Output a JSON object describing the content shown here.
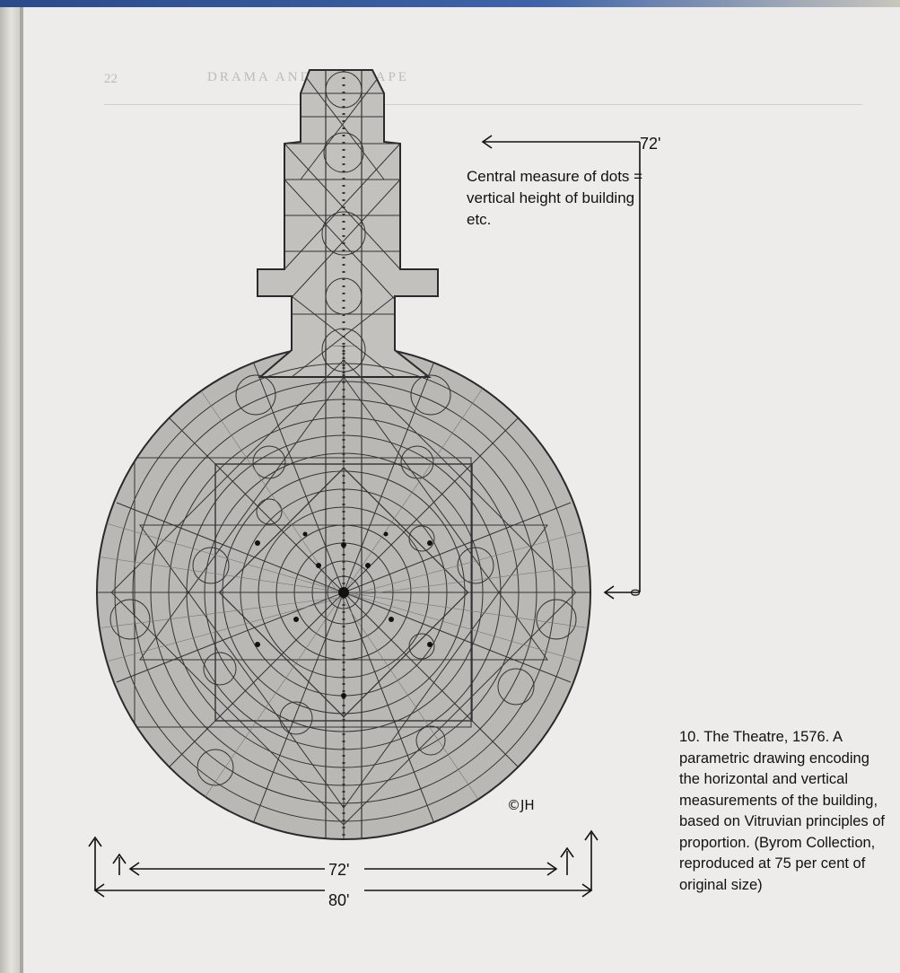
{
  "page": {
    "page_number": "22",
    "running_head": "DRAMA AND ITS SHAPE"
  },
  "figure": {
    "annotation": "Central measure of dots = vertical height of building etc.",
    "dimensions": {
      "top_width": "72'",
      "top_origin": "0",
      "bottom_inner": "72'",
      "bottom_outer": "80'"
    },
    "signature": "©JH",
    "caption": "10. The Theatre, 1576. A parametric drawing encoding the horizontal and vertical measurements of the building, based on Vitruvian principles of proportion. (Byrom Collection, reproduced at 75 per cent of original size)"
  }
}
